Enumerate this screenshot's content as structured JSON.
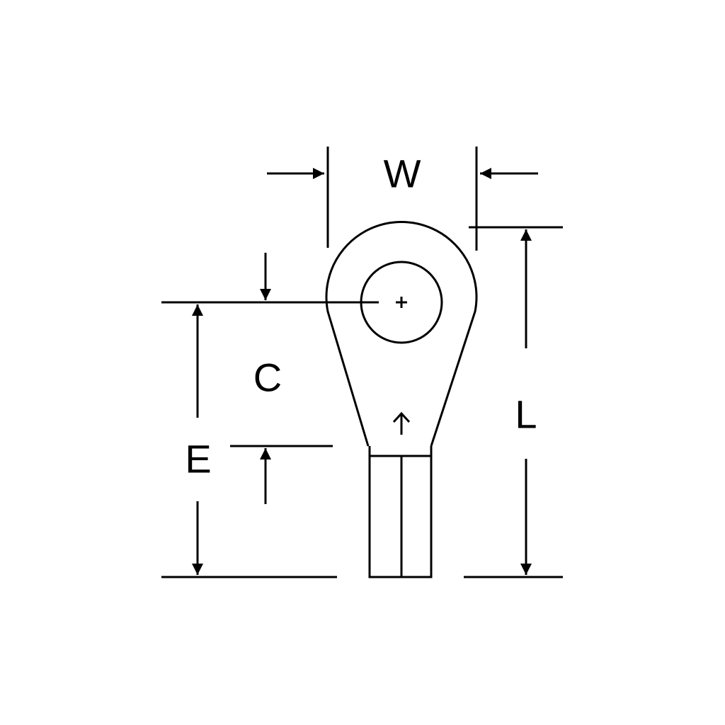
{
  "labels": {
    "width": "W",
    "length": "L",
    "center": "C",
    "end": "E"
  },
  "colors": {
    "line": "#000000",
    "background": "#ffffff"
  }
}
